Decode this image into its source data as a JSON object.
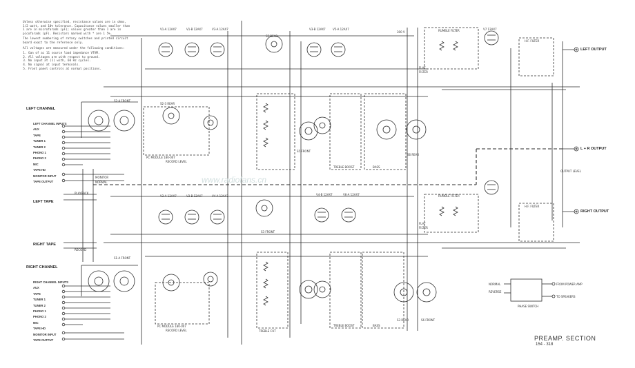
{
  "sheet": {
    "title": "PREAMP. SECTION",
    "subtitle": "154 - 318",
    "watermark": "www.radiofans.cn"
  },
  "notes": {
    "intro": "Unless otherwise specified, resistance values are in ohms, 1/2 watt, and 10% tolerance. Capacitance values smaller than 1 are in microfarads (µF); values greater than 1 are in picofarads (pF). Resistors marked with * are 1 5%.",
    "wafer": "The lowest numbering of rotary switches and printed circuit board exact to the reference only.",
    "voltages": "All voltages are measured under the following conditions:",
    "conditions": [
      "Gan of ac 11 source load impedance VTVM.",
      "All voltages are with respect to ground.",
      "No input at (1) with, 60 Hz cycles.",
      "No signal at input terminals.",
      "Front panel controls at normal positions."
    ]
  },
  "channels": {
    "left": "LEFT CHANNEL",
    "right": "RIGHT CHANNEL"
  },
  "left_inputs": {
    "header": "LEFT CHANNEL INPUTS",
    "items": [
      "AUX",
      "TAPE",
      "TUNER 1",
      "TUNER 2",
      "PHONO 1",
      "PHONO 2",
      "MIC",
      "TAPE HD",
      "MONITOR INPUT",
      "TAPE OUTPUT"
    ]
  },
  "right_inputs": {
    "header": "RIGHT CHANNEL INPUTS",
    "items": [
      "AUX",
      "TAPE",
      "TUNER 1",
      "TUNER 2",
      "PHONO 1",
      "PHONO 2",
      "MIC",
      "TAPE HD",
      "MONITOR INPUT",
      "TAPE OUTPUT"
    ]
  },
  "tapes": {
    "left": "LEFT TAPE",
    "right": "RIGHT TAPE",
    "monitor": "MONITOR",
    "normal": "NORMAL",
    "playback": "PLAYBACK",
    "record": "RECORD"
  },
  "outputs": {
    "left": "LEFT OUTPUT",
    "lr": "L + R OUTPUT",
    "right": "RIGHT OUTPUT",
    "output_level": "OUTPUT LEVEL"
  },
  "tubes": {
    "v1a": "V1-A 12AX7",
    "v1b": "V1-B 12AX7",
    "v3a": "V3-A 12AX7",
    "v3b": "V3-B 12AX7",
    "v5a": "V5-A 12AX7",
    "v2a": "V2-A 12AX7",
    "v2b": "V2-B 12AX7",
    "v4a": "V4-A 12AX7",
    "v4b": "V4-B 12AX7",
    "v6a": "V6-A 12AX7",
    "v7": "V7 12AX7"
  },
  "blocks": {
    "rumble_filter": "RUMBLE FILTER",
    "hf_filter": "H.F. FILTER",
    "treble_boost": "TREBLE BOOST",
    "bass": "BASS",
    "treble_cut": "TREBLE CUT",
    "pc_module": "PC MODULE 180-007",
    "record_level": "RECORD LEVEL",
    "phase_switch": "PHASE SWITCH",
    "from_power_amp": "FROM POWER AMP",
    "to_speakers": "TO SPEAKERS",
    "normal": "NORMAL",
    "reverse": "REVERSE",
    "flat": "FLAT",
    "filter": "FILTER"
  },
  "switches": {
    "s2_front": "S2-4 FRONT",
    "s2_rear": "S2-3 REAR",
    "s5_front": "S5 FRONT",
    "s5_rear": "S5 REAR",
    "s6_rear": "S6 REAR",
    "s6_front": "S6 FRONT",
    "s3_rear": "S3 REAR",
    "s3_front": "S3 FRONT",
    "s1_front": "S1-A FRONT"
  },
  "supply": "300 V"
}
